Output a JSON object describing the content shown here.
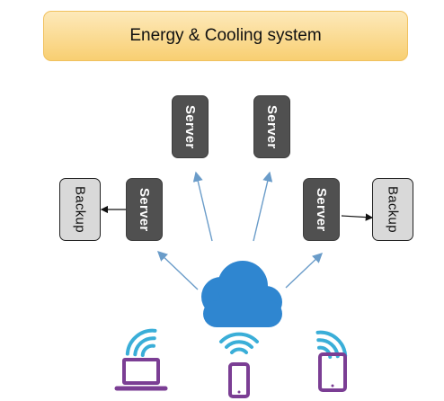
{
  "title": "Energy & Cooling system",
  "nodes": {
    "server_top_left": "Server",
    "server_top_right": "Server",
    "server_mid_left": "Server",
    "server_mid_right": "Server",
    "backup_left": "Backup",
    "backup_right": "Backup"
  },
  "icons": [
    "cloud-icon",
    "laptop-icon",
    "phone-icon",
    "tablet-icon",
    "wifi-icon"
  ],
  "colors": {
    "banner_fill": "#f8cf72",
    "server_fill": "#505050",
    "backup_fill": "#d9d9d9",
    "cloud_fill": "#2f86d0",
    "arrow_color": "#6a9cc9",
    "wifi_color": "#3aaed8",
    "device_color": "#7b3e94"
  }
}
